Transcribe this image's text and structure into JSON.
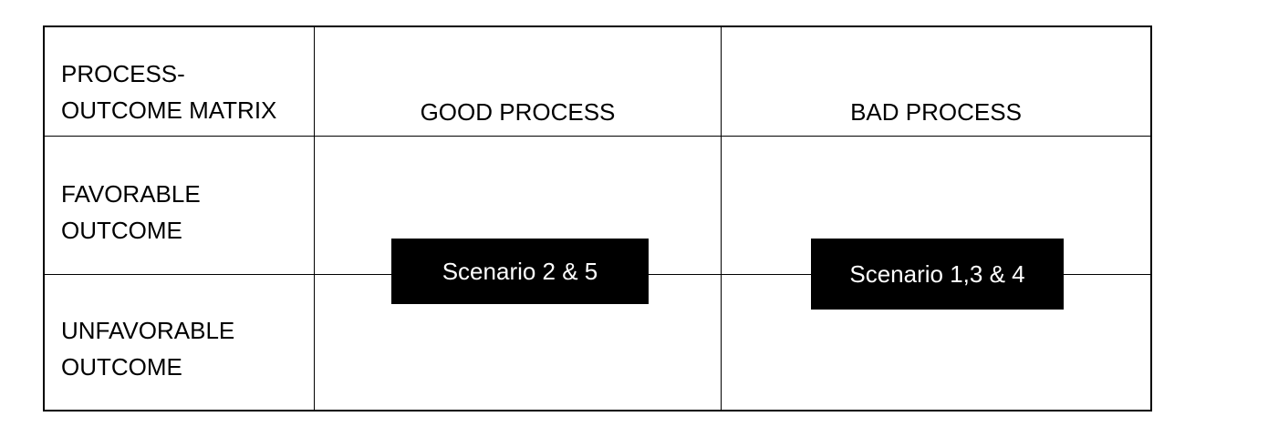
{
  "table": {
    "corner": {
      "lines": [
        "PROCESS-",
        "OUTCOME MATRIX"
      ]
    },
    "col_headers": [
      "GOOD PROCESS",
      "BAD PROCESS"
    ],
    "row_headers": [
      [
        "FAVORABLE",
        "OUTCOME"
      ],
      [
        "UNFAVORABLE",
        "OUTCOME"
      ]
    ],
    "overlays": [
      {
        "label": "Scenario 2 & 5",
        "column": "GOOD PROCESS",
        "rows": "FAVORABLE OUTCOME / UNFAVORABLE OUTCOME"
      },
      {
        "label": "Scenario 1,3 & 4",
        "column": "BAD PROCESS",
        "rows": "FAVORABLE OUTCOME / UNFAVORABLE OUTCOME"
      }
    ]
  },
  "colors": {
    "background": "#ffffff",
    "border": "#000000",
    "text": "#000000",
    "overlay_background": "#000000",
    "overlay_text": "#ffffff"
  }
}
